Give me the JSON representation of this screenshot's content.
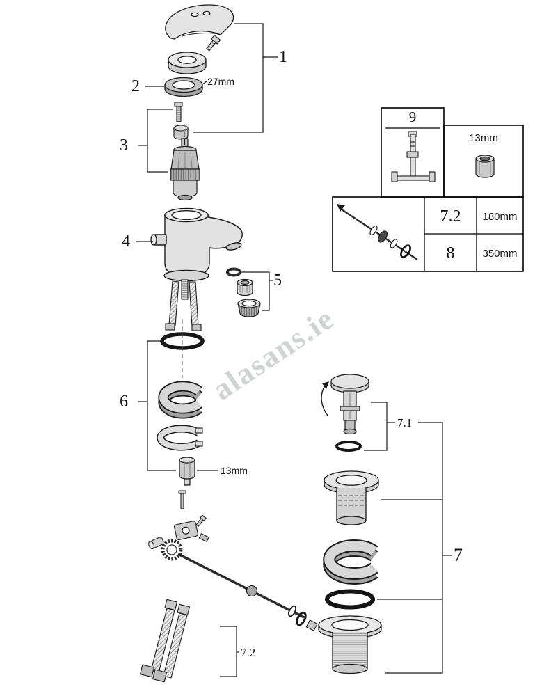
{
  "watermark": "alasans.ie",
  "callouts": {
    "part1": "1",
    "part2": "2",
    "part2_size": "27mm",
    "part3": "3",
    "part4": "4",
    "part5": "5",
    "part6": "6",
    "part6_bolt_size": "13mm",
    "part7": "7",
    "part7_1": "7.1",
    "part7_2": "7.2"
  },
  "inset": {
    "tool_number": "9",
    "socket_size": "13mm",
    "lengths_table": {
      "rows": [
        {
          "part": "7.2",
          "length": "180mm"
        },
        {
          "part": "8",
          "length": "350mm"
        }
      ]
    }
  }
}
